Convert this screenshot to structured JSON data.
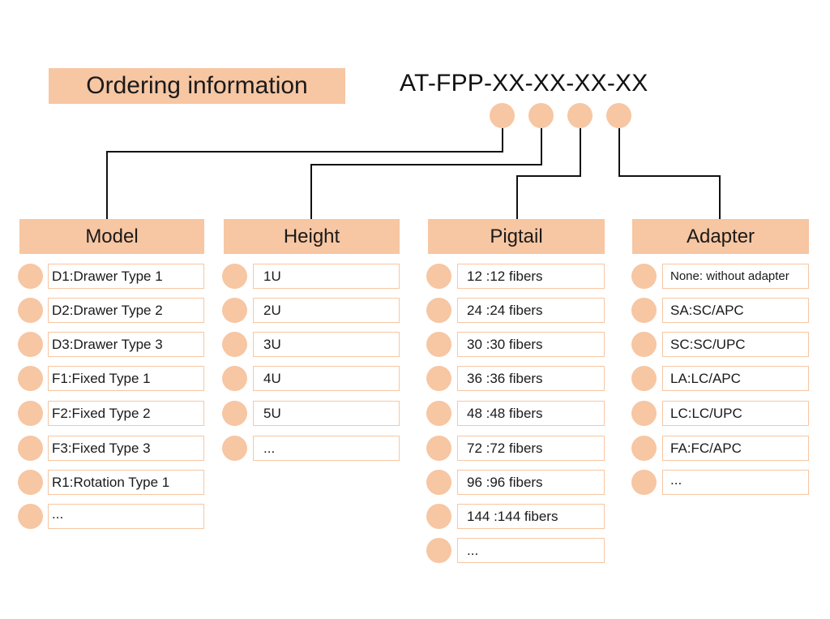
{
  "title": "Ordering information",
  "code": "AT-FPP-XX-XX-XX-XX",
  "colors": {
    "accent": "#f7c6a2",
    "line": "#111111",
    "text": "#1a1a1a"
  },
  "columns": [
    {
      "header": "Model",
      "options": [
        "D1:Drawer Type 1",
        "D2:Drawer Type 2",
        "D3:Drawer Type 3",
        "F1:Fixed Type 1",
        "F2:Fixed Type 2",
        "F3:Fixed Type 3",
        "R1:Rotation Type 1",
        "..."
      ]
    },
    {
      "header": "Height",
      "options": [
        "1U",
        "2U",
        "3U",
        "4U",
        "5U",
        "..."
      ]
    },
    {
      "header": "Pigtail",
      "options": [
        "12 :12 fibers",
        "24 :24 fibers",
        "30 :30 fibers",
        "36 :36 fibers",
        "48 :48 fibers",
        "72 :72 fibers",
        "96 :96 fibers",
        "144 :144 fibers",
        "..."
      ]
    },
    {
      "header": "Adapter",
      "options": [
        "None: without adapter",
        "SA:SC/APC",
        "SC:SC/UPC",
        "LA:LC/APC",
        "LC:LC/UPC",
        "FA:FC/APC",
        "..."
      ]
    }
  ]
}
